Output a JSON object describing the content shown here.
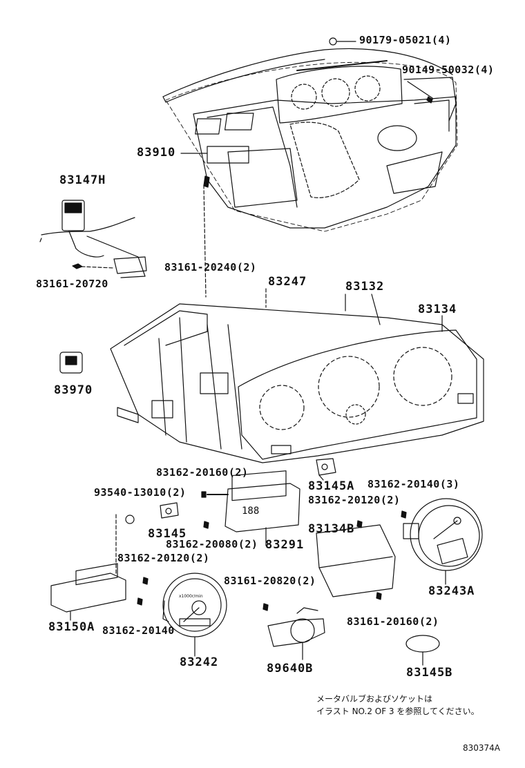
{
  "labels": {
    "p90179": "90179-05021(4)",
    "p90149": "90149-50032(4)",
    "p83910": "83910",
    "p83147H": "83147H",
    "p83161_20240": "83161-20240(2)",
    "p83161_20720": "83161-20720",
    "p83247": "83247",
    "p83132": "83132",
    "p83134": "83134",
    "p83970": "83970",
    "p83162_20160": "83162-20160(2)",
    "p93540": "93540-13010(2)",
    "p83145A": "83145A",
    "p83162_20140_3": "83162-20140(3)",
    "p83162_20120_a": "83162-20120(2)",
    "p83145": "83145",
    "p83162_20080": "83162-20080(2)",
    "p83291": "83291",
    "p83134B": "83134B",
    "p83162_20120_b": "83162-20120(2)",
    "p83161_20820": "83161-20820(2)",
    "p83243A": "83243A",
    "p83150A": "83150A",
    "p83162_20140": "83162-20140",
    "p83161_20160": "83161-20160(2)",
    "p83242": "83242",
    "p89640B": "89640B",
    "p83145B": "83145B"
  },
  "note": {
    "line1": "メータバルブおよびソケットは",
    "line2": "イラスト NO.2 OF 3 を参照してください。"
  },
  "diagram_code": "830374A",
  "component_text": {
    "lcd_digits": "188",
    "tach_face": "x1000r/min"
  },
  "colors": {
    "ink": "#111111",
    "paper": "#ffffff"
  }
}
